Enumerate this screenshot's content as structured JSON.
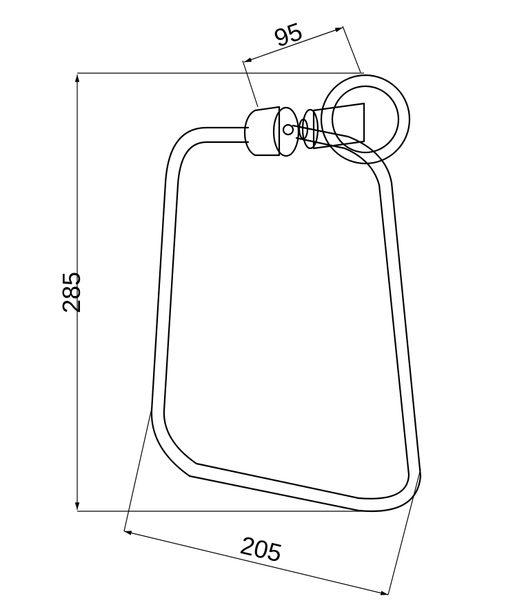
{
  "dimensions": {
    "height": "285",
    "depth": "95",
    "width": "205"
  }
}
